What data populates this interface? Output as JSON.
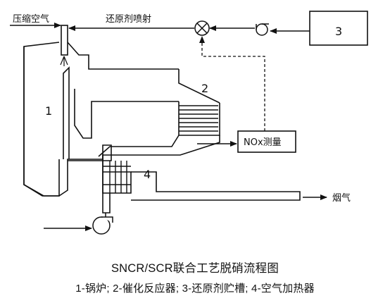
{
  "labels": {
    "air_inlet": "压缩空气",
    "reductant_injection": "还原剂喷射",
    "num_1": "1",
    "num_2": "2",
    "num_3": "3",
    "num_4": "4",
    "nox_measure": "NOx测量",
    "flue_gas": "烟气"
  },
  "caption": {
    "title": "SNCR/SCR联合工艺脱硝流程图",
    "legend": "1-锅炉; 2-催化反应器; 3-还原剂贮槽; 4-空气加热器"
  },
  "colors": {
    "line": "#111111",
    "background": "#ffffff"
  }
}
